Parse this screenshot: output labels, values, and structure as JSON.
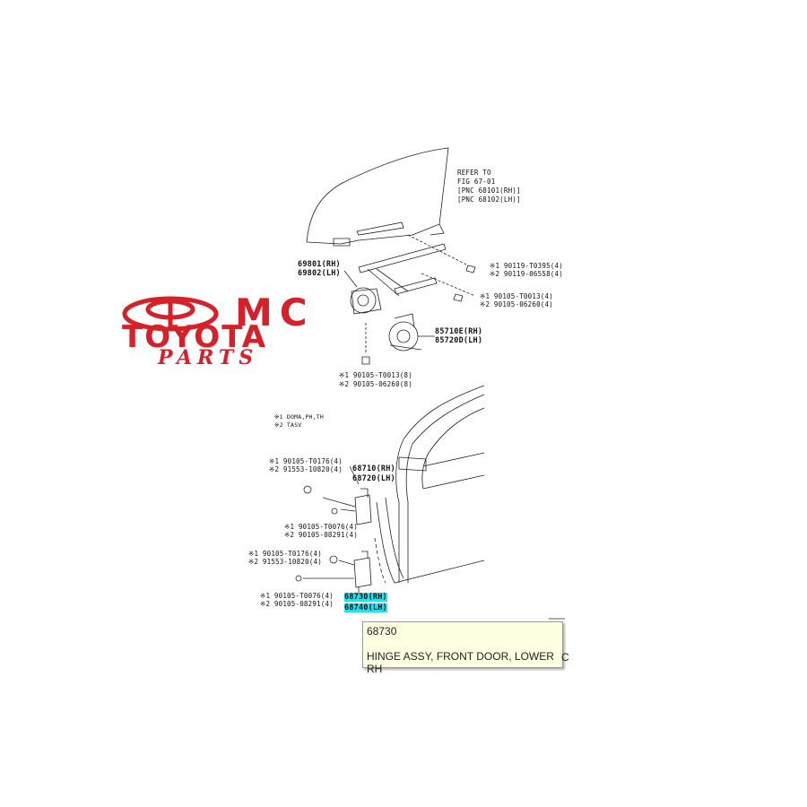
{
  "logo": {
    "mc": "MC",
    "toyota": "TOYOTA",
    "parts": "PARTS"
  },
  "refer": {
    "line1": "REFER TO",
    "line2": "FIG 67-01",
    "line3": "[PNC 68101(RH)]",
    "line4": "[PNC 68102(LH)]"
  },
  "parts": {
    "p69801": "69801(RH)",
    "p69802": "69802(LH)",
    "p85710": "85710E(RH)",
    "p85720": "85720D(LH)",
    "bolt_a1": "※1 90119-T0395(4)",
    "bolt_a2": "※2 90119-06558(4)",
    "bolt_b1": "※1 90105-T0013(4)",
    "bolt_b2": "※2 90105-06260(4)",
    "bolt_c1": "※1 90105-T0013(8)",
    "bolt_c2": "※2 90105-06260(8)",
    "note1": "※1 DOMA,PH,TH",
    "note2": "※2 TASV",
    "h_bolt_a1": "※1 90105-T0176(4)",
    "h_bolt_a2": "※2 91553-10820(4)",
    "p68710": "68710(RH)",
    "p68720": "68720(LH)",
    "h_bolt_b1": "※1 90105-T0076(4)",
    "h_bolt_b2": "※2 90105-08291(4)",
    "h_bolt_c1": "※1 90105-T0176(4)",
    "h_bolt_c2": "※2 91553-10820(4)",
    "h_bolt_d1": "※1 90105-T0076(4)",
    "h_bolt_d2": "※2 90105-08291(4)",
    "p68730": "68730(RH)",
    "p68740": "68740(LH)"
  },
  "tooltip": {
    "part_no": "68730",
    "description": "HINGE ASSY, FRONT DOOR, LOWER RH",
    "edge_char": "C"
  },
  "colors": {
    "logo_red": "#d4212a",
    "highlight": "#27e0ef",
    "tooltip_bg": "#ffffe1"
  }
}
